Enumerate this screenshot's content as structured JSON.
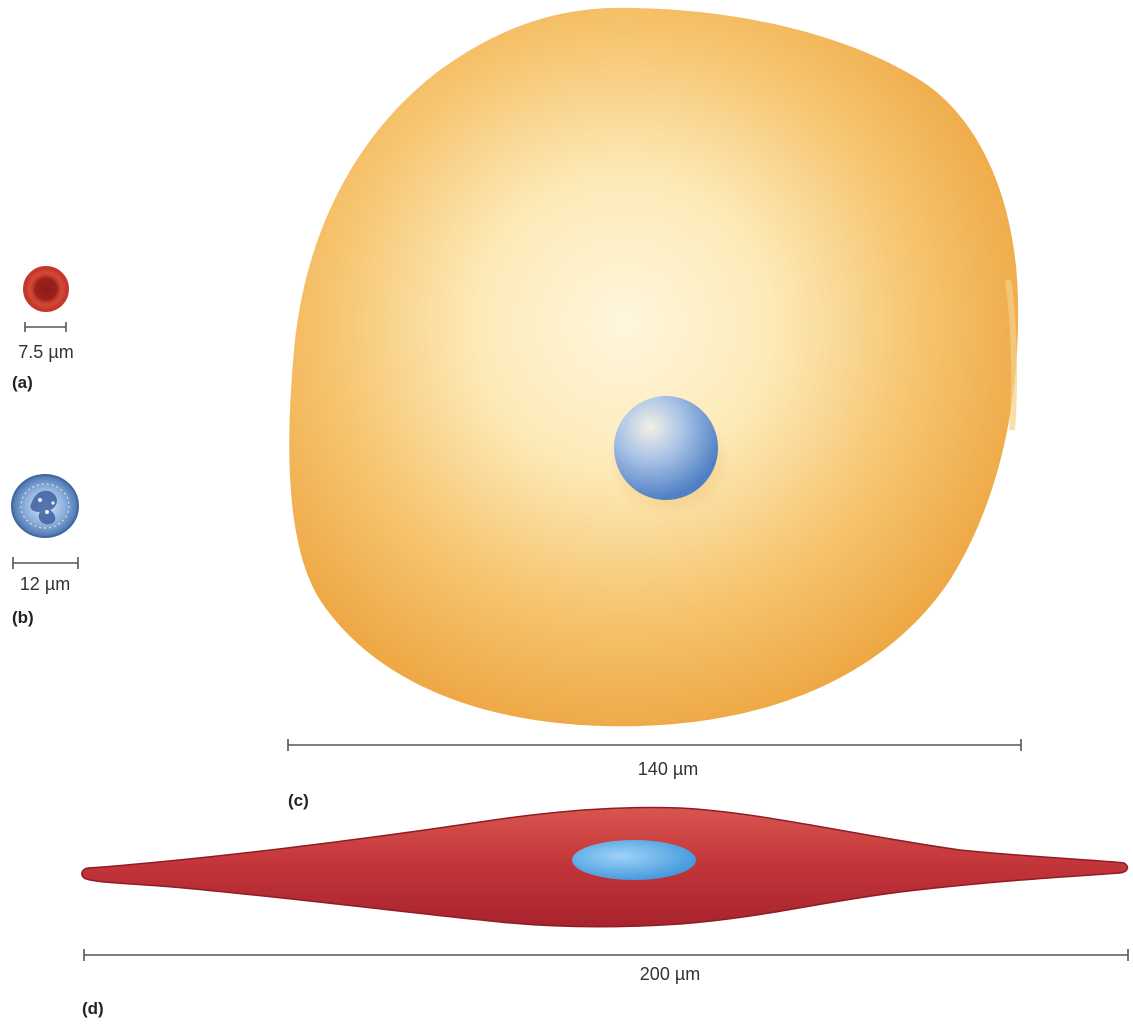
{
  "panels": {
    "a": {
      "label": "(a)",
      "scale_label": "7.5 µm",
      "cell_icon": "red-blood-cell-icon"
    },
    "b": {
      "label": "(b)",
      "scale_label": "12 µm",
      "cell_icon": "white-blood-cell-icon"
    },
    "c": {
      "label": "(c)",
      "scale_label": "140 µm",
      "cell_icon": "egg-cell-icon"
    },
    "d": {
      "label": "(d)",
      "scale_label": "200 µm",
      "cell_icon": "smooth-muscle-cell-icon"
    }
  },
  "colors": {
    "rbc": "#c0332b",
    "wbc": "#5b87c6",
    "egg": "#f0b24f",
    "nucleus": "#5b8fd1",
    "muscle": "#c0343a",
    "muscle_nucleus": "#5aa9e6",
    "scale_bar": "#555555"
  }
}
